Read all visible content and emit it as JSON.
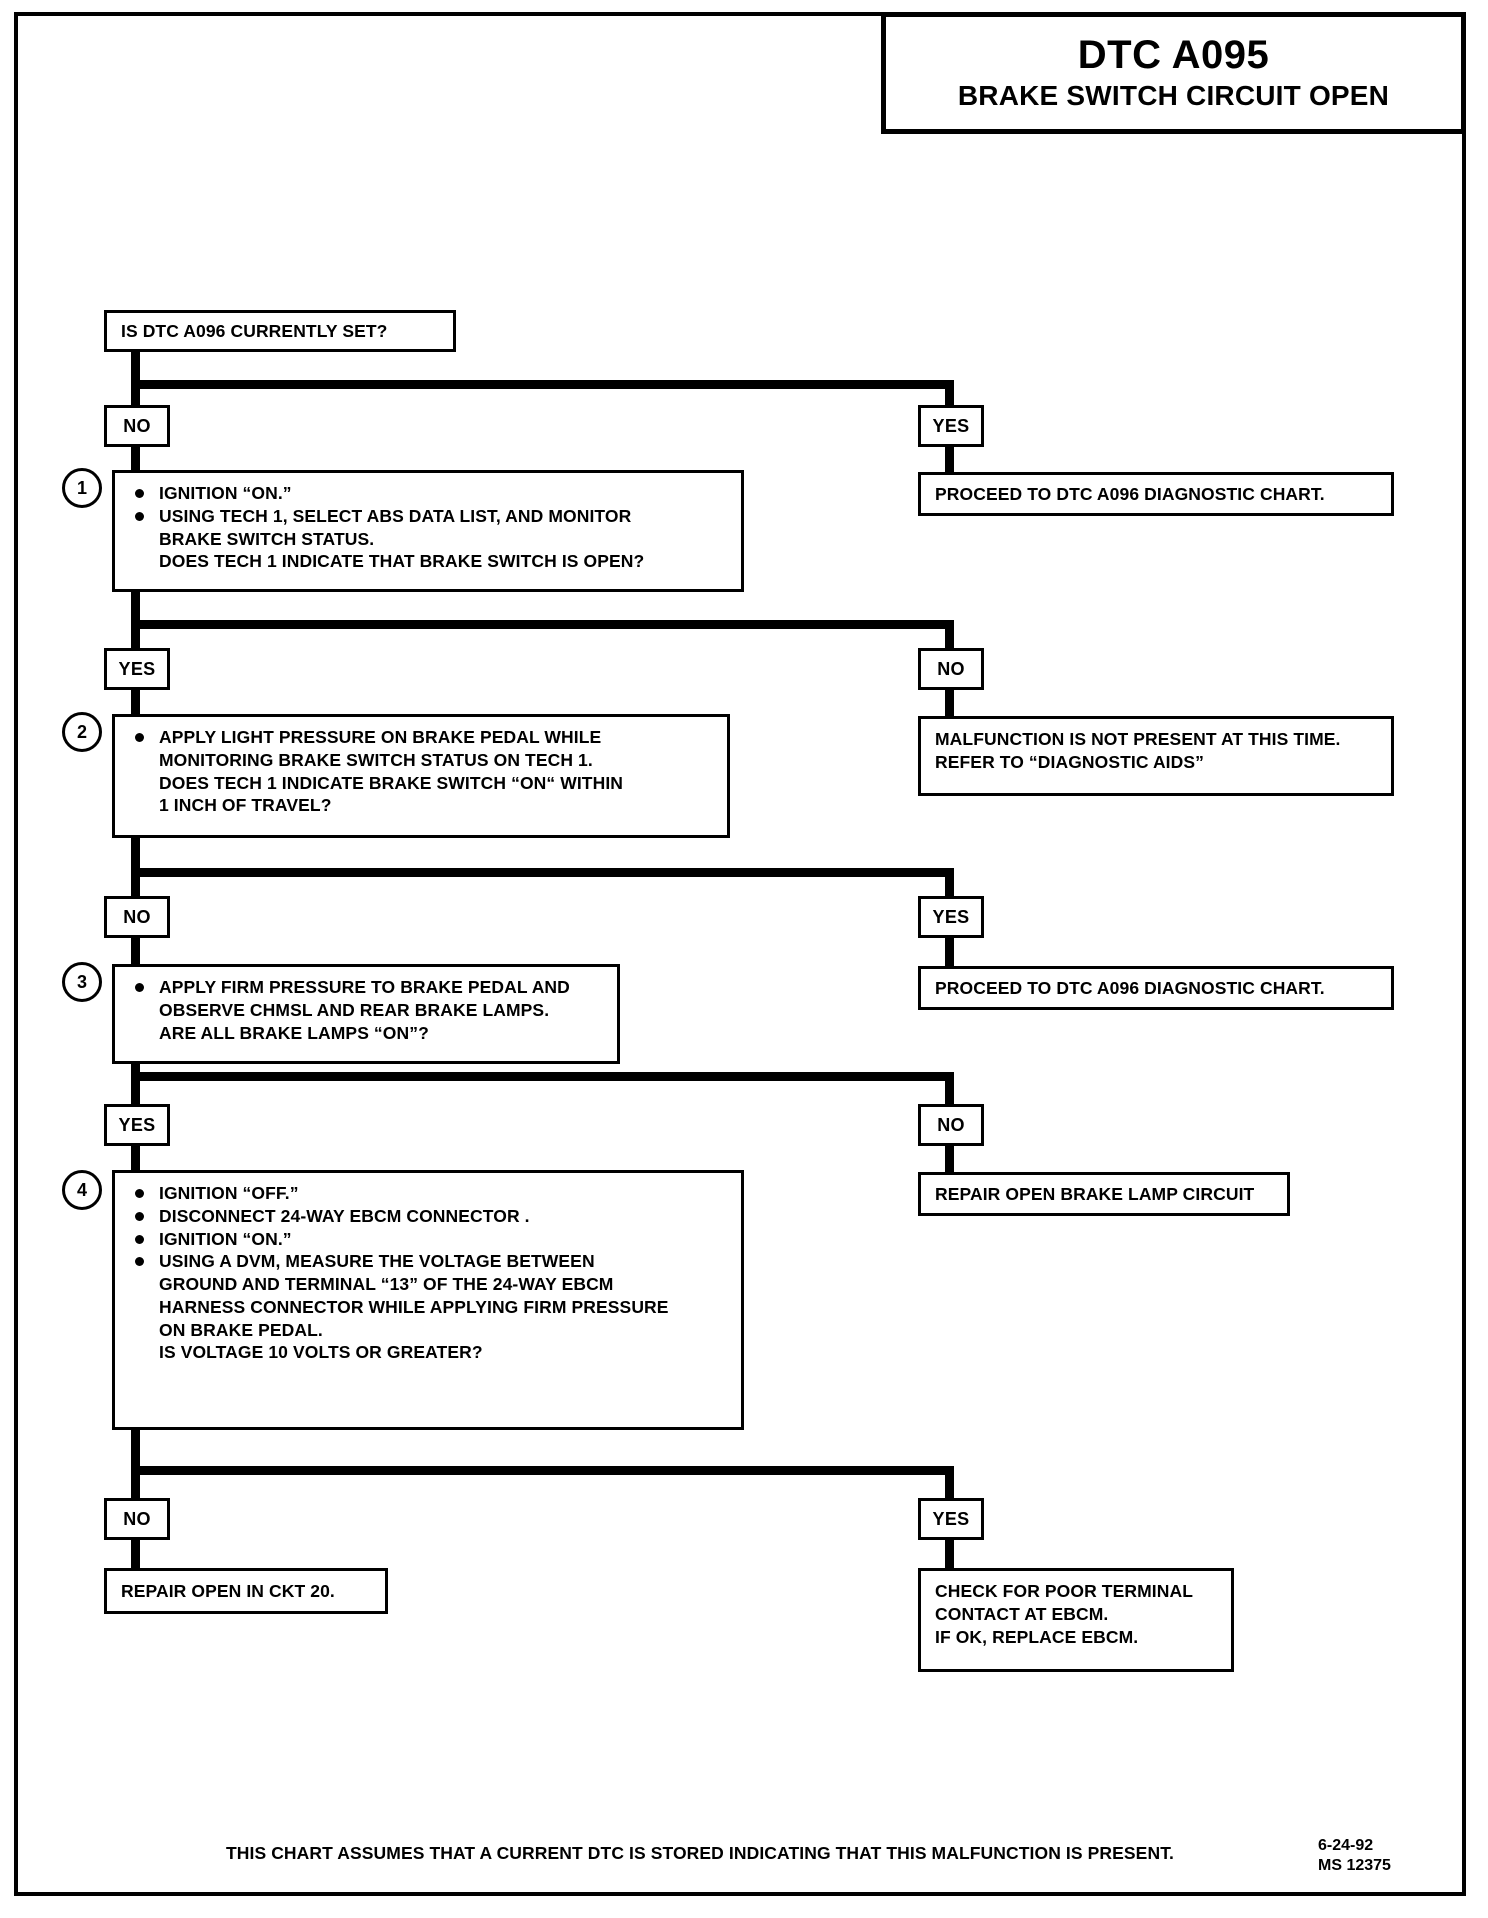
{
  "title": {
    "code": "DTC A095",
    "description": "BRAKE SWITCH CIRCUIT OPEN"
  },
  "footer": {
    "note": "THIS CHART ASSUMES THAT A CURRENT DTC IS STORED INDICATING THAT THIS MALFUNCTION IS PRESENT.",
    "date": "6-24-92",
    "doc_id": "MS 12375"
  },
  "labels": {
    "yes": "YES",
    "no": "NO"
  },
  "start": {
    "question": "IS DTC A096 CURRENTLY SET?"
  },
  "steps": [
    {
      "number": "1",
      "bullets": [
        "IGNITION “ON.”",
        "USING TECH 1, SELECT ABS DATA LIST, AND MONITOR"
      ],
      "cont": [
        "BRAKE SWITCH STATUS.",
        "DOES TECH 1  INDICATE THAT BRAKE SWITCH IS OPEN?"
      ],
      "branch_left": "NO",
      "branch_right": "YES",
      "result_right": "PROCEED TO DTC A096 DIAGNOSTIC CHART."
    },
    {
      "number": "2",
      "bullets": [
        "APPLY LIGHT PRESSURE ON BRAKE PEDAL WHILE"
      ],
      "cont": [
        "MONITORING BRAKE SWITCH STATUS ON TECH 1.",
        "DOES TECH 1 INDICATE BRAKE SWITCH “ON“ WITHIN",
        "1 INCH OF TRAVEL?"
      ],
      "branch_left": "YES",
      "branch_right": "NO",
      "result_right": "MALFUNCTION IS NOT PRESENT AT THIS TIME.  REFER TO “DIAGNOSTIC AIDS”"
    },
    {
      "number": "3",
      "bullets": [
        "APPLY FIRM PRESSURE TO BRAKE PEDAL AND"
      ],
      "cont": [
        "OBSERVE CHMSL AND REAR BRAKE LAMPS.",
        "ARE ALL BRAKE LAMPS “ON”?"
      ],
      "branch_left": "NO",
      "branch_right": "YES",
      "result_right": "PROCEED TO DTC A096 DIAGNOSTIC CHART."
    },
    {
      "number": "4",
      "bullets": [
        "IGNITION “OFF.”",
        "DISCONNECT 24-WAY EBCM CONNECTOR .",
        "IGNITION “ON.”",
        "USING A DVM, MEASURE THE VOLTAGE BETWEEN"
      ],
      "cont": [
        "GROUND AND TERMINAL “13” OF THE 24-WAY EBCM",
        "HARNESS CONNECTOR WHILE APPLYING FIRM PRESSURE",
        "ON BRAKE PEDAL.",
        "IS VOLTAGE  10 VOLTS OR GREATER?"
      ],
      "branch_left": "YES",
      "branch_right": "NO",
      "result_right": "REPAIR OPEN BRAKE LAMP CIRCUIT"
    }
  ],
  "terminals": {
    "left_branch": "NO",
    "left_result": "REPAIR OPEN IN CKT 20.",
    "right_branch": "YES",
    "right_result_lines": [
      "CHECK FOR POOR TERMINAL",
      "CONTACT AT EBCM.",
      "IF OK, REPLACE EBCM."
    ]
  },
  "chart_data": {
    "type": "flowchart",
    "title": "DTC A095 — BRAKE SWITCH CIRCUIT OPEN",
    "orientation": "top-to-bottom, yes-branch to the right",
    "nodes": [
      {
        "id": "start",
        "kind": "question",
        "text": "IS DTC A096 CURRENTLY SET?"
      },
      {
        "id": "s1",
        "kind": "step",
        "number": "1"
      },
      {
        "id": "s1yes",
        "kind": "result",
        "text": "PROCEED TO DTC A096 DIAGNOSTIC CHART."
      },
      {
        "id": "s2",
        "kind": "step",
        "number": "2"
      },
      {
        "id": "s2no",
        "kind": "result",
        "text": "MALFUNCTION IS NOT PRESENT AT THIS TIME.  REFER TO “DIAGNOSTIC AIDS”"
      },
      {
        "id": "s3",
        "kind": "step",
        "number": "3"
      },
      {
        "id": "s3yes",
        "kind": "result",
        "text": "PROCEED TO DTC A096 DIAGNOSTIC CHART."
      },
      {
        "id": "s4",
        "kind": "step",
        "number": "4"
      },
      {
        "id": "s4no",
        "kind": "result",
        "text": "REPAIR OPEN BRAKE LAMP CIRCUIT"
      },
      {
        "id": "endno",
        "kind": "result",
        "text": "REPAIR OPEN IN CKT 20."
      },
      {
        "id": "endyes",
        "kind": "result",
        "text": "CHECK FOR POOR TERMINAL CONTACT AT EBCM. IF OK, REPLACE EBCM."
      }
    ],
    "edges": [
      {
        "from": "start",
        "to": "s1",
        "label": "NO"
      },
      {
        "from": "start",
        "to": "s1yes",
        "label": "YES"
      },
      {
        "from": "s1",
        "to": "s2",
        "label": "YES"
      },
      {
        "from": "s1",
        "to": "s2no",
        "label": "NO"
      },
      {
        "from": "s2",
        "to": "s3",
        "label": "NO"
      },
      {
        "from": "s2",
        "to": "s3yes",
        "label": "YES"
      },
      {
        "from": "s3",
        "to": "s4",
        "label": "YES"
      },
      {
        "from": "s3",
        "to": "s4no",
        "label": "NO"
      },
      {
        "from": "s4",
        "to": "endno",
        "label": "NO"
      },
      {
        "from": "s4",
        "to": "endyes",
        "label": "YES"
      }
    ]
  }
}
